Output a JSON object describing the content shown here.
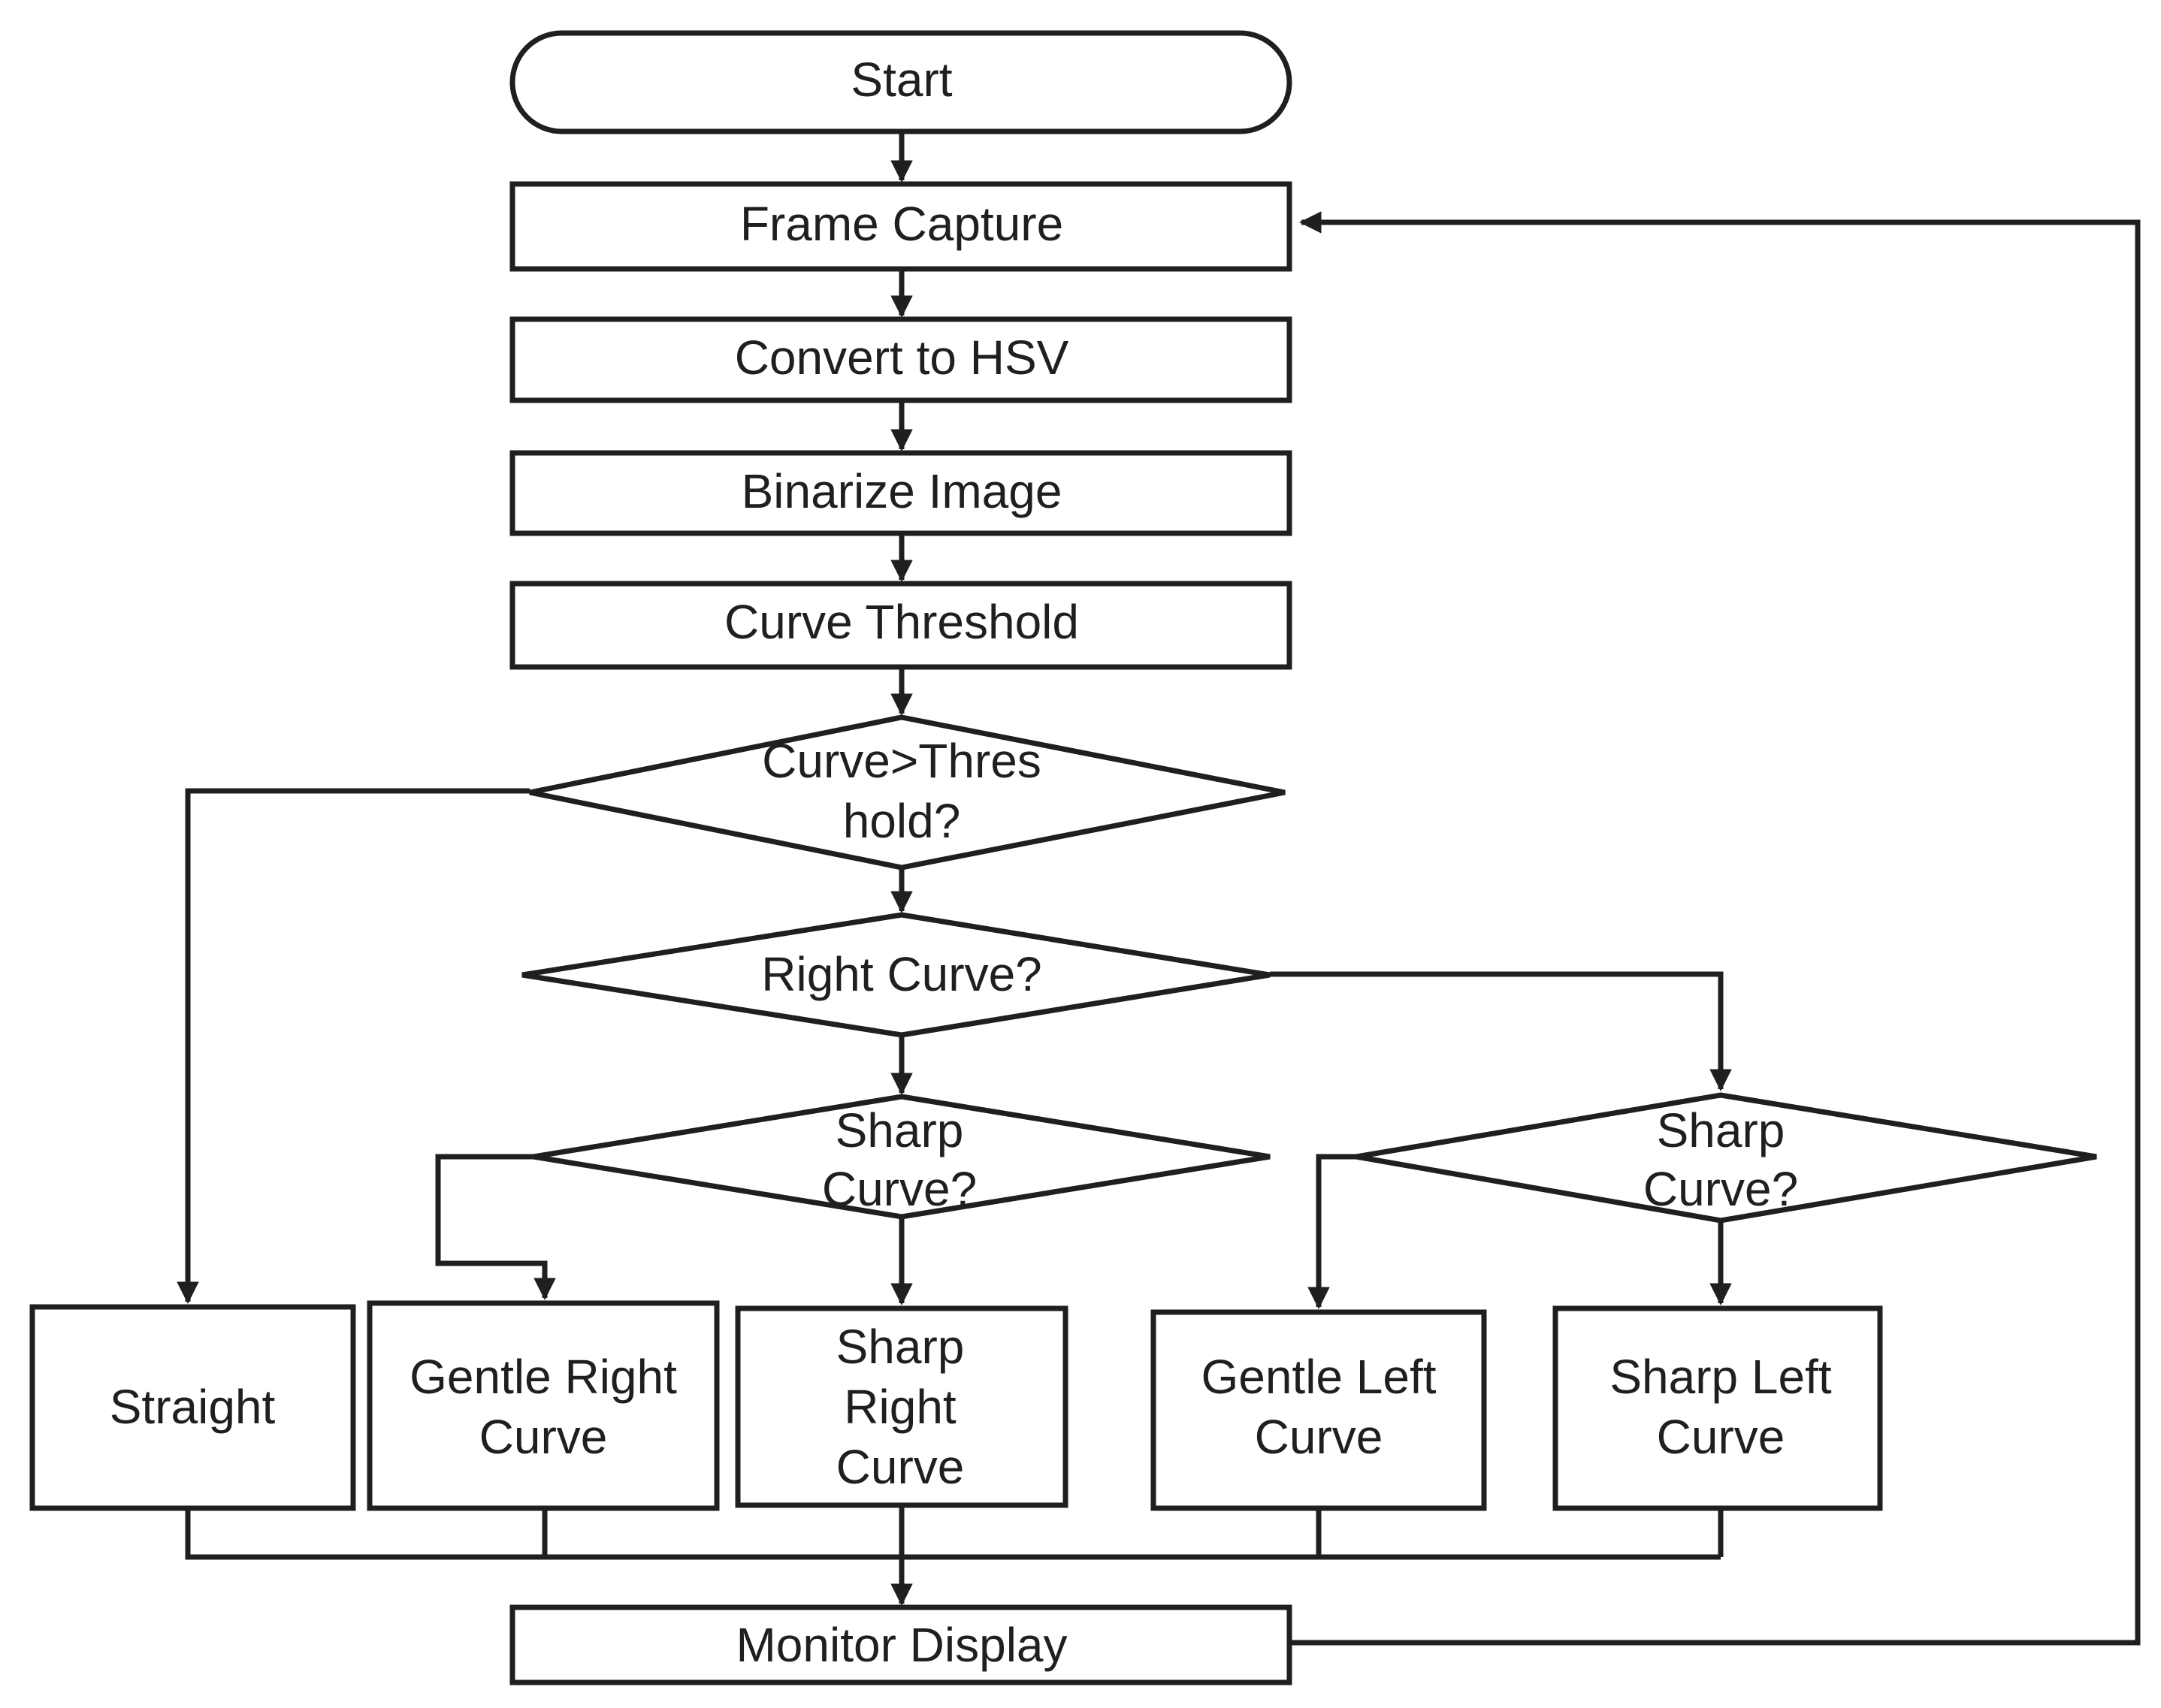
{
  "nodes": {
    "start": "Start",
    "frame_capture": "Frame Capture",
    "convert_hsv": "Convert to HSV",
    "binarize": "Binarize Image",
    "curve_threshold": "Curve Threshold",
    "decision_threshold": [
      "Curve>Thres",
      "hold?"
    ],
    "decision_right": "Right Curve?",
    "decision_sharp_right": [
      "Sharp",
      "Curve?"
    ],
    "decision_sharp_left": [
      "Sharp",
      "Curve?"
    ],
    "straight": "Straight",
    "gentle_right": [
      "Gentle Right",
      "Curve"
    ],
    "sharp_right": [
      "Sharp",
      "Right",
      "Curve"
    ],
    "gentle_left": [
      "Gentle Left",
      "Curve"
    ],
    "sharp_left": [
      "Sharp Left",
      "Curve"
    ],
    "monitor_display": "Monitor Display"
  },
  "colors": {
    "stroke": "#1f1f1f",
    "fill": "#ffffff",
    "background": "#ffffff"
  }
}
